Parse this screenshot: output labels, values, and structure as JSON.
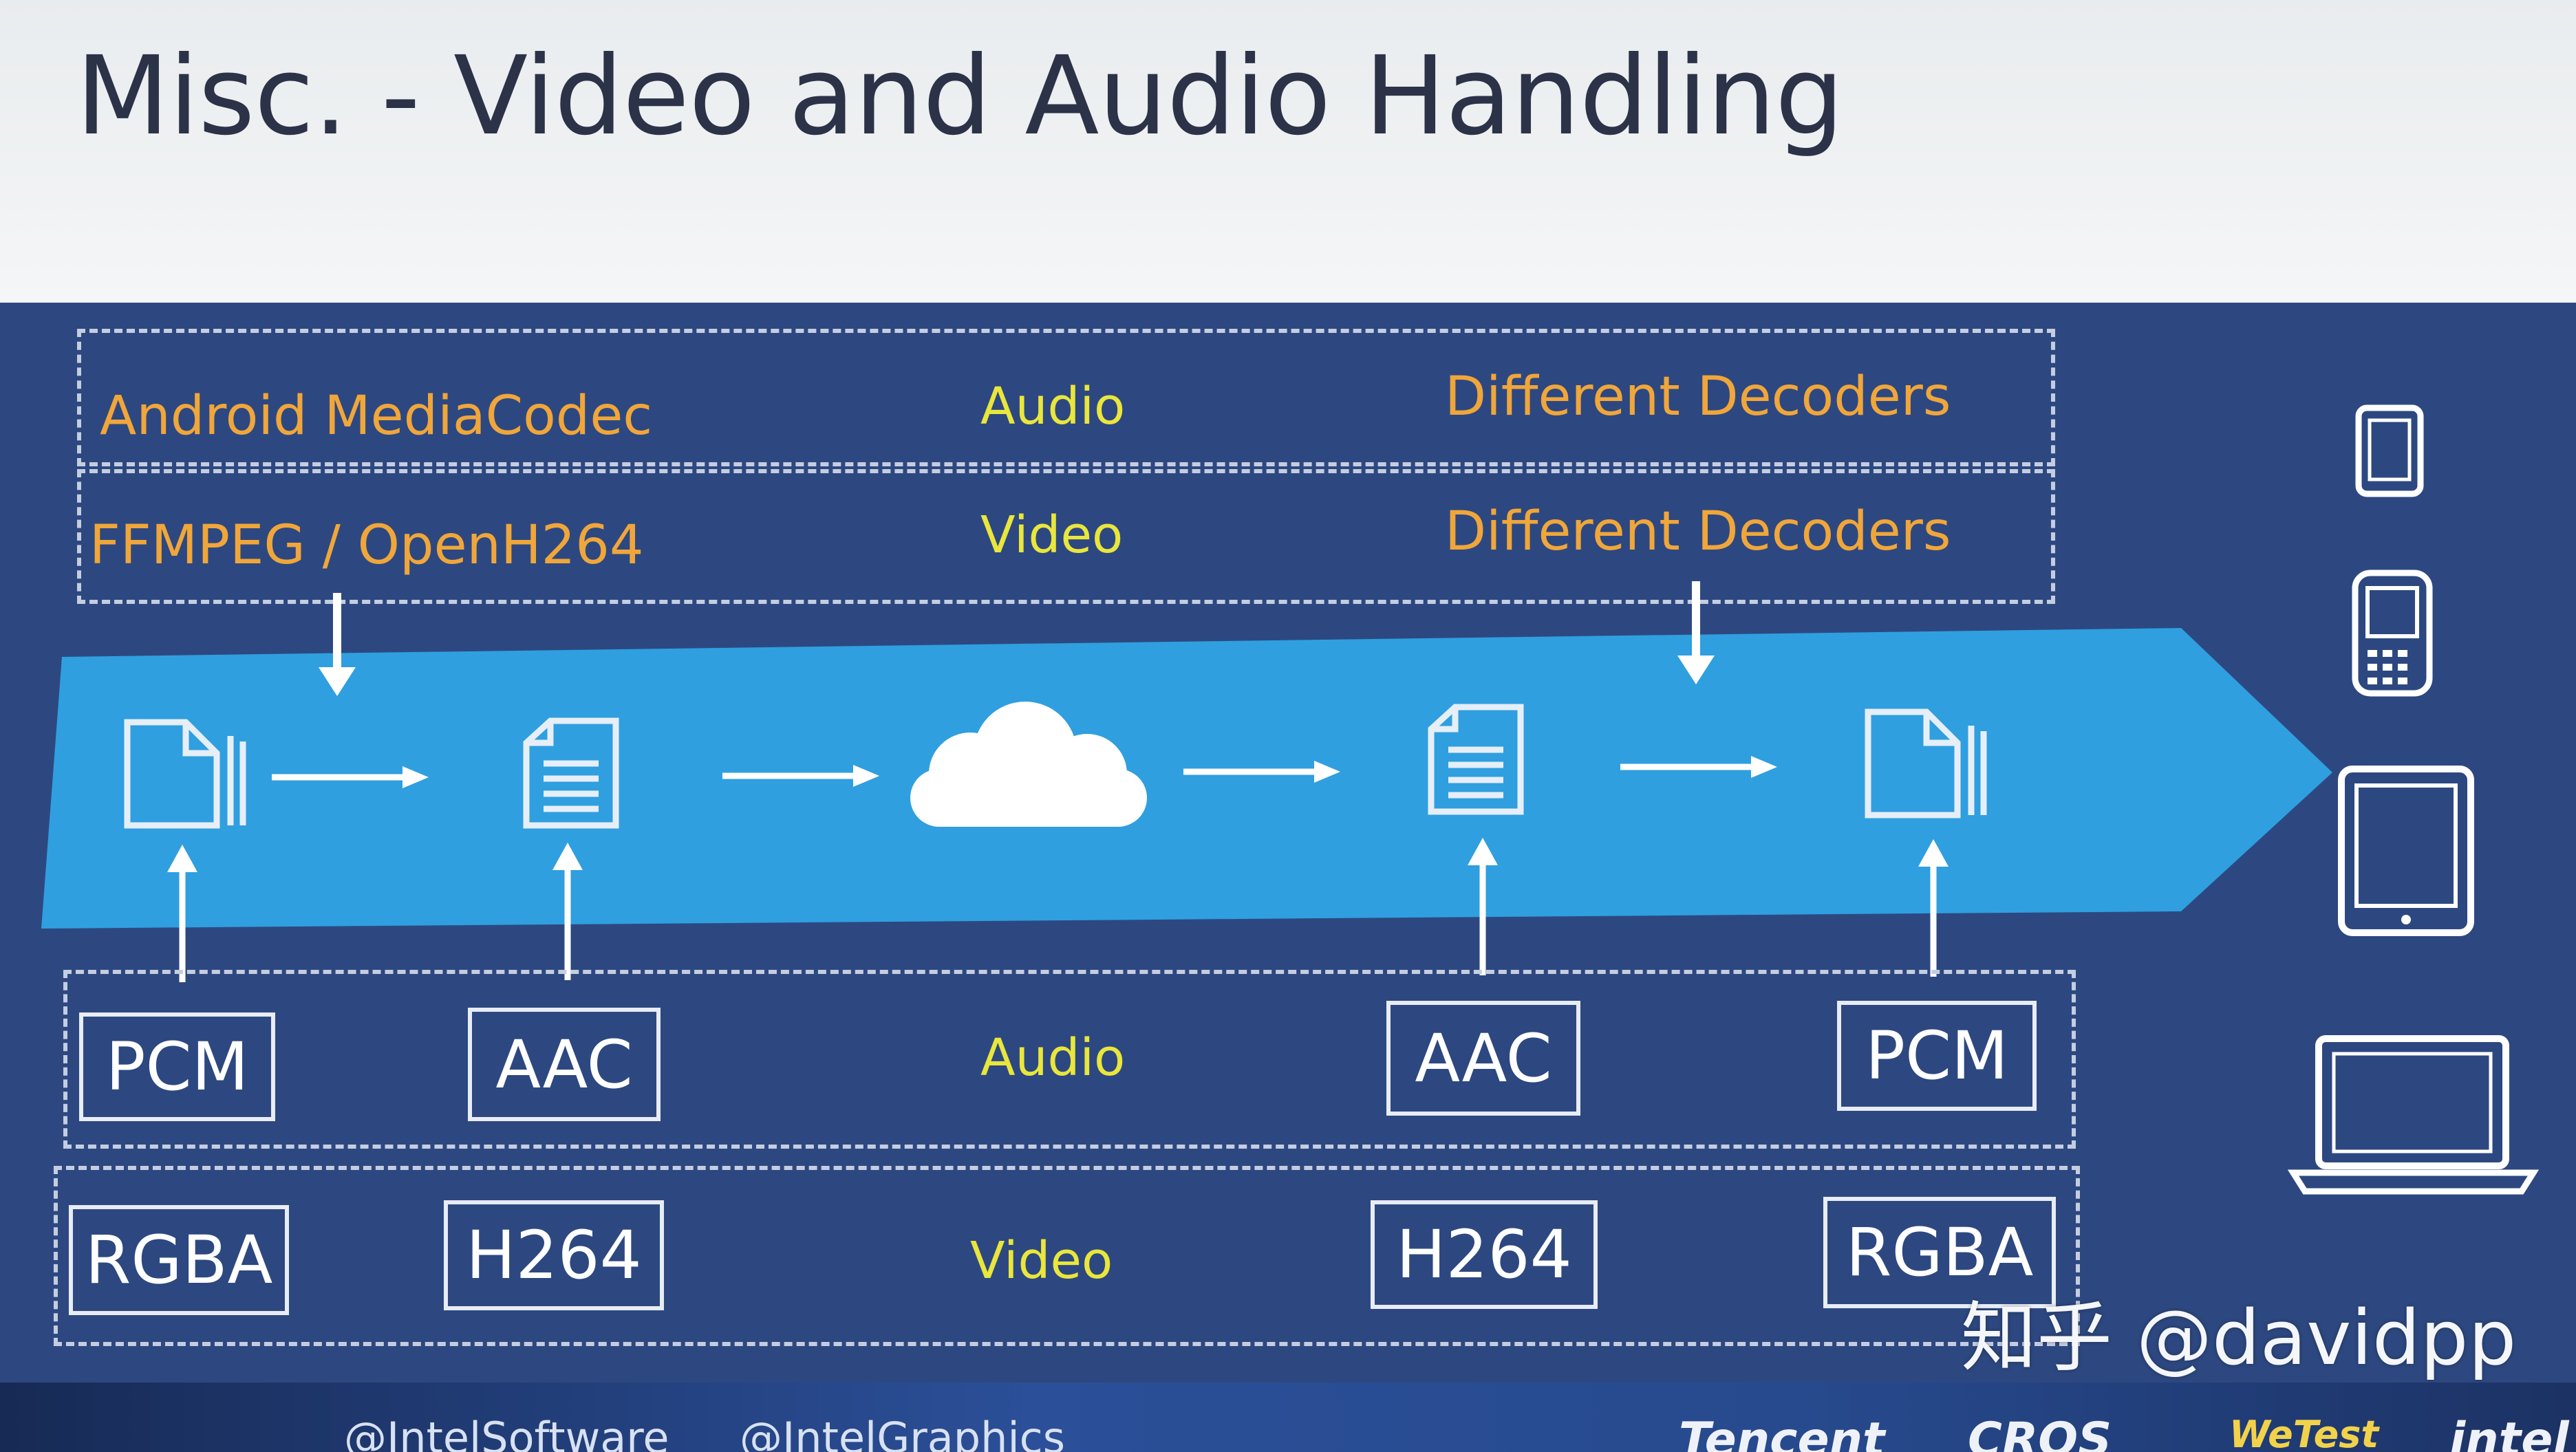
{
  "title": "Misc. - Video and Audio Handling",
  "colors": {
    "panel": "#2d4880",
    "band": "#2f9fe0",
    "orange_label": "#f0a63a",
    "yellow_label": "#e9e63c",
    "dashed_border": "#c5cde0"
  },
  "top_rows": [
    {
      "source": "Android MediaCodec",
      "type": "Audio",
      "decoders": "Different Decoders"
    },
    {
      "source": "FFMPEG / OpenH264",
      "type": "Video",
      "decoders": "Different Decoders"
    }
  ],
  "pipeline_icons": [
    "stacked-files-icon",
    "document-icon",
    "cloud-icon",
    "document-icon",
    "stacked-files-icon"
  ],
  "device_icons": [
    "phone-icon",
    "feature-phone-icon",
    "tablet-icon",
    "laptop-icon"
  ],
  "audio_row": {
    "label": "Audio",
    "codecs": [
      "PCM",
      "AAC",
      "AAC",
      "PCM"
    ]
  },
  "video_row": {
    "label": "Video",
    "codecs": [
      "RGBA",
      "H264",
      "H264",
      "RGBA"
    ]
  },
  "footer": {
    "handle_software": "@IntelSoftware",
    "handle_graphics": "@IntelGraphics",
    "logos": [
      "Tencent",
      "CROS",
      "WeTest",
      "intel"
    ]
  },
  "watermark": "知乎 @davidpp"
}
